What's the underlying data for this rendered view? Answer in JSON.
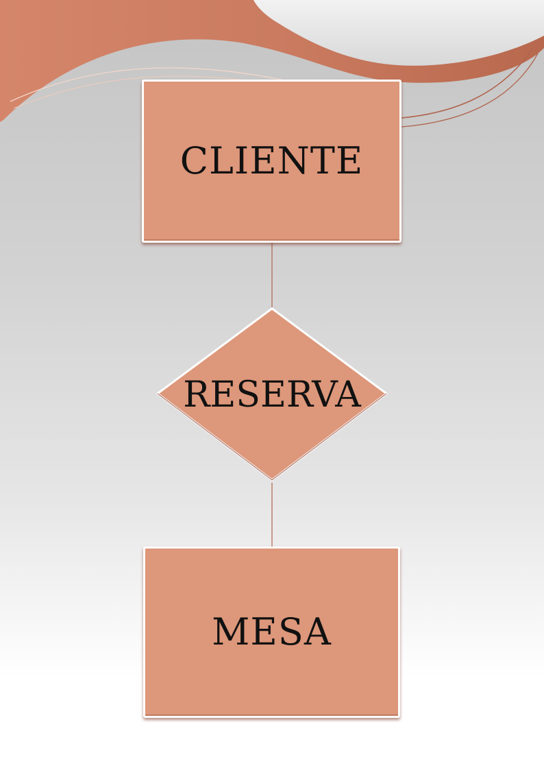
{
  "diagram": {
    "entities": [
      {
        "id": "cliente",
        "label": "CLIENTE"
      },
      {
        "id": "mesa",
        "label": "MESA"
      }
    ],
    "relationship": {
      "id": "reserva",
      "label": "RESERVA"
    },
    "connections": [
      {
        "from": "cliente",
        "to": "reserva"
      },
      {
        "from": "reserva",
        "to": "mesa"
      }
    ]
  },
  "colors": {
    "shape_fill": "#dd977a",
    "shape_border": "#ffffff",
    "connector": "#b0654f",
    "accent_band": "#c57a5e",
    "background_top": "#c4c4c4",
    "background_bottom": "#ffffff"
  }
}
